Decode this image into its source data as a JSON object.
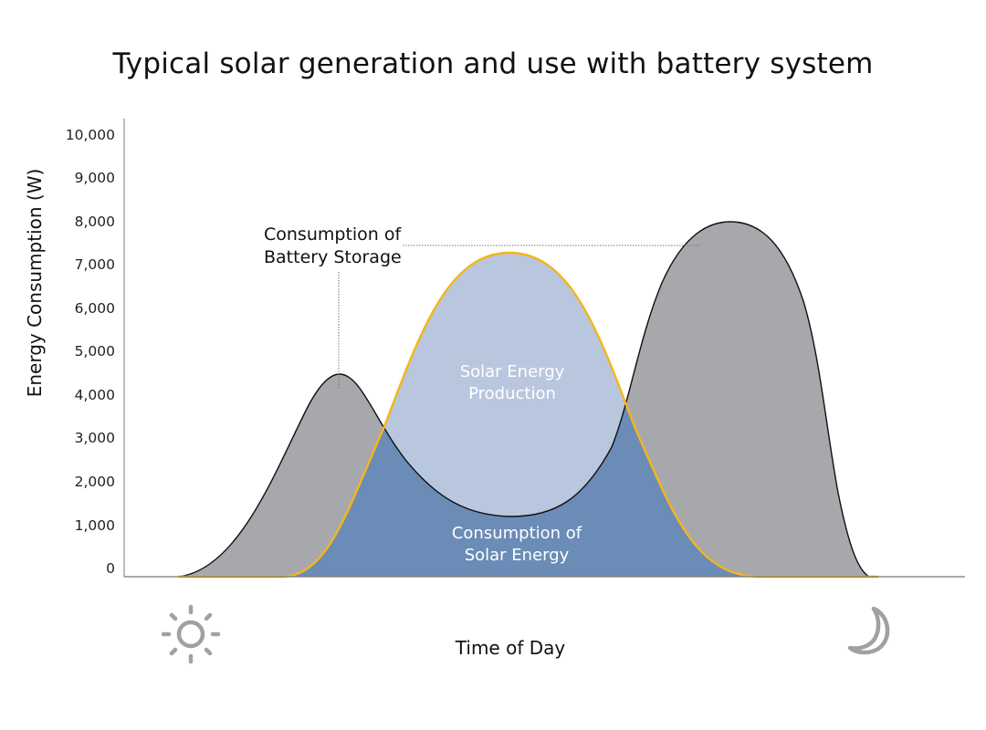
{
  "title": "Typical solar generation and use with battery system",
  "chart_data": {
    "type": "area",
    "title": "Typical solar generation and use with battery system",
    "xlabel": "Time of Day",
    "ylabel": "Energy Consumption (W)",
    "ylim": [
      0,
      10000
    ],
    "yticks": [
      0,
      1000,
      2000,
      3000,
      4000,
      5000,
      6000,
      7000,
      8000,
      9000,
      10000
    ],
    "ytick_labels": [
      "0",
      "1,000",
      "2,000",
      "3,000",
      "4,000",
      "5,000",
      "6,000",
      "7,000",
      "8,000",
      "9,000",
      "10,000"
    ],
    "grid": false,
    "legend": "none (inline annotations)",
    "x_note": "Time of day from morning (sun icon) to night (moon icon); no numeric ticks",
    "series": [
      {
        "name": "Energy Consumption",
        "color": "#a7a8ab",
        "stroke": "#111111",
        "points": [
          [
            0.0,
            0
          ],
          [
            0.08,
            1500
          ],
          [
            0.16,
            3600
          ],
          [
            0.19,
            4500
          ],
          [
            0.25,
            3000
          ],
          [
            0.32,
            1700
          ],
          [
            0.4,
            1250
          ],
          [
            0.47,
            1400
          ],
          [
            0.54,
            3000
          ],
          [
            0.58,
            5500
          ],
          [
            0.64,
            7600
          ],
          [
            0.68,
            8000
          ],
          [
            0.74,
            7300
          ],
          [
            0.78,
            5000
          ],
          [
            0.81,
            2000
          ],
          [
            0.84,
            0
          ]
        ]
      },
      {
        "name": "Solar Energy Production",
        "color": "#b8c7de",
        "stroke": "#f5b51b",
        "points": [
          [
            0.0,
            0
          ],
          [
            0.14,
            0
          ],
          [
            0.22,
            2000
          ],
          [
            0.31,
            6000
          ],
          [
            0.4,
            7300
          ],
          [
            0.49,
            6000
          ],
          [
            0.58,
            2000
          ],
          [
            0.72,
            0
          ],
          [
            0.84,
            0
          ]
        ]
      },
      {
        "name": "Consumption of Solar Energy",
        "color": "#6a8cb6",
        "description": "Overlap region: min(consumption, solar production)"
      }
    ],
    "annotations": [
      {
        "text": "Consumption of Battery Storage",
        "points_to": [
          "morning peak (~4,500 W)",
          "evening peak (~7,400 W)"
        ]
      },
      {
        "text": "Solar Energy Production",
        "region": "solar curve above consumption"
      },
      {
        "text": "Consumption of Solar Energy",
        "region": "overlap under both curves"
      }
    ]
  },
  "axis": {
    "y_label": "Energy Consumption (W)",
    "x_label": "Time of Day",
    "y_ticks": [
      {
        "label": "10,000",
        "y": 148
      },
      {
        "label": "9,000",
        "y": 195
      },
      {
        "label": "8,000",
        "y": 243
      },
      {
        "label": "7,000",
        "y": 290
      },
      {
        "label": "6,000",
        "y": 338
      },
      {
        "label": "5,000",
        "y": 385
      },
      {
        "label": "4,000",
        "y": 433
      },
      {
        "label": "3,000",
        "y": 480
      },
      {
        "label": "2,000",
        "y": 528
      },
      {
        "label": "1,000",
        "y": 576
      },
      {
        "label": "0",
        "y": 623
      }
    ]
  },
  "annotations": {
    "battery_line1": "Consumption of",
    "battery_line2": "Battery Storage",
    "solar_prod_line1": "Solar Energy",
    "solar_prod_line2": "Production",
    "solar_cons_line1": "Consumption of",
    "solar_cons_line2": "Solar Energy"
  },
  "icons": {
    "left": "sun-icon",
    "right": "moon-icon"
  },
  "colors": {
    "consumption_fill": "#a7a8ab",
    "solar_fill": "#b8c7de",
    "overlap_fill": "#6a8cb6",
    "solar_stroke": "#f5b51b",
    "consumption_stroke": "#111111",
    "icon_gray": "#a0a1a4"
  }
}
